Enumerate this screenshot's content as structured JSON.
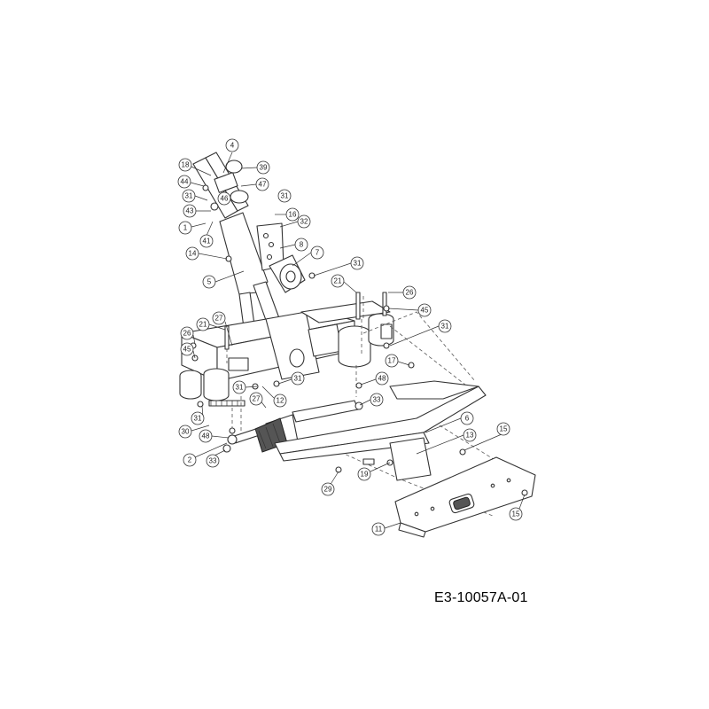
{
  "drawing_code": "E3-10057A-01",
  "callouts": [
    "4",
    "18",
    "39",
    "44",
    "46",
    "47",
    "31",
    "31",
    "43",
    "16",
    "32",
    "1",
    "41",
    "8",
    "14",
    "7",
    "31",
    "5",
    "21",
    "26",
    "45",
    "27",
    "21",
    "31",
    "26",
    "45",
    "17",
    "31",
    "31",
    "48",
    "12",
    "27",
    "33",
    "31",
    "6",
    "15",
    "30",
    "48",
    "13",
    "2",
    "33",
    "19",
    "29",
    "15",
    "11"
  ],
  "colors": {
    "line": "#333333",
    "background": "#ffffff",
    "text": "#000000"
  }
}
